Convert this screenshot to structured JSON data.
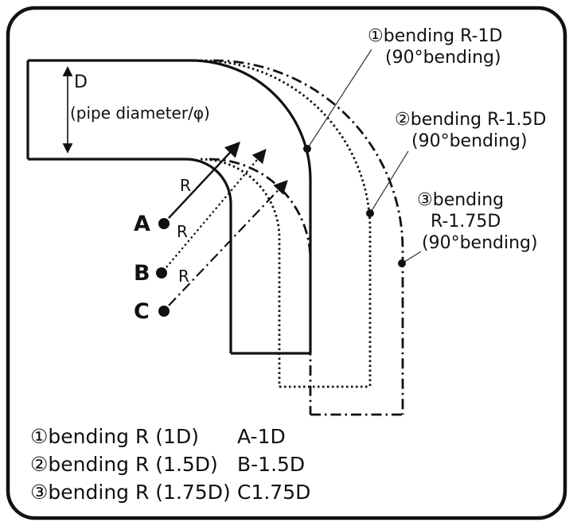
{
  "colors": {
    "ink": "#111111",
    "background": "#ffffff"
  },
  "dimension": {
    "label": "D",
    "sublabel": "(pipe diameter/φ)"
  },
  "points": [
    {
      "label": "A"
    },
    {
      "label": "B"
    },
    {
      "label": "C"
    }
  ],
  "radius_labels": {
    "a": "R",
    "b": "R",
    "c": "R"
  },
  "callouts": [
    {
      "line1": "①bending R-1D",
      "line2": "(90°bending)"
    },
    {
      "line1": "②bending R-1.5D",
      "line2": "(90°bending)"
    },
    {
      "line1": "③bending",
      "line2": "R-1.75D",
      "line3": "(90°bending)"
    }
  ],
  "legend": {
    "rows": [
      {
        "left": "①bending R (1D)",
        "right": "A-1D"
      },
      {
        "left": "②bending R (1.5D)",
        "right": "B-1.5D"
      },
      {
        "left": "③bending R (1.75D)",
        "right": "C1.75D"
      }
    ]
  }
}
